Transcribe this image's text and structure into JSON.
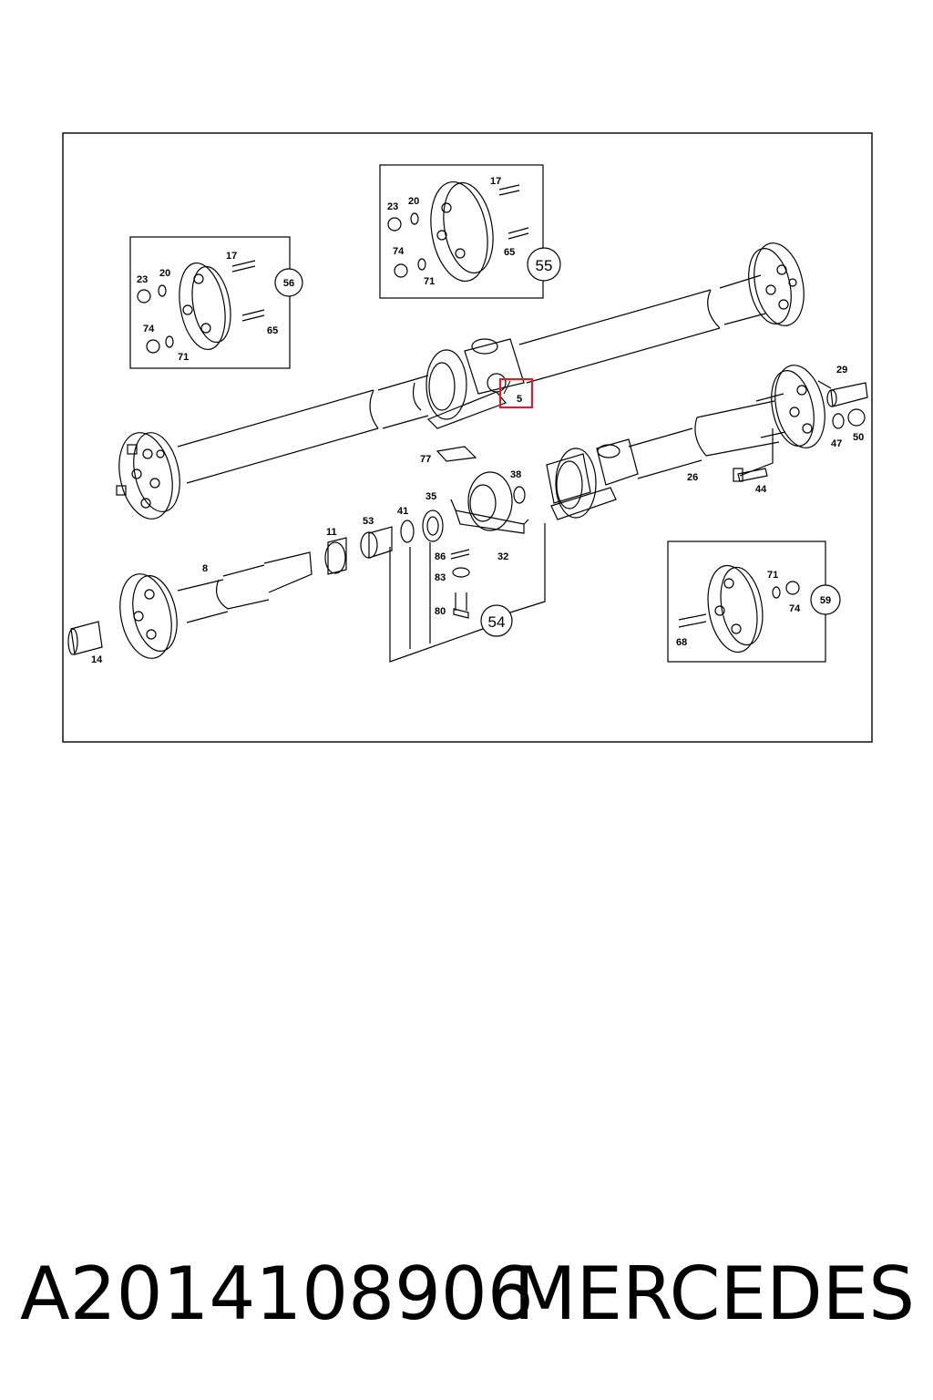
{
  "diagram": {
    "callouts": {
      "c14": "14",
      "c8": "8",
      "c11": "11",
      "c53": "53",
      "c41": "41",
      "c35": "35",
      "c86": "86",
      "c83": "83",
      "c80": "80",
      "c32": "32",
      "c38": "38",
      "c77": "77",
      "c26": "26",
      "c44": "44",
      "c29": "29",
      "c47": "47",
      "c50": "50",
      "c5": "5",
      "g56_17": "17",
      "g56_23": "23",
      "g56_20": "20",
      "g56_74": "74",
      "g56_71": "71",
      "g56_65": "65",
      "g55_17": "17",
      "g55_23": "23",
      "g55_20": "20",
      "g55_74": "74",
      "g55_71": "71",
      "g55_65": "65",
      "g59_71": "71",
      "g59_74": "74",
      "g59_68": "68"
    },
    "groups": {
      "g54": "54",
      "g55": "55",
      "g56": "56",
      "g59": "59"
    },
    "highlight_color": "#d9202a"
  },
  "footer": {
    "part_number": "A2014108906",
    "brand": "MERCEDES"
  }
}
